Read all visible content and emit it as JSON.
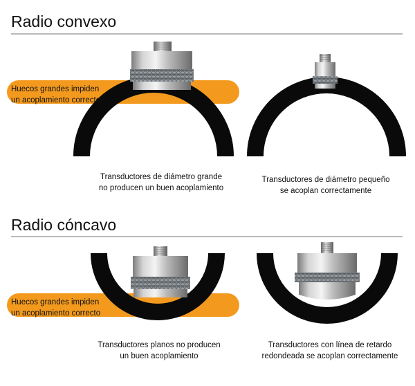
{
  "convex": {
    "title": "Radio convexo",
    "gap_label_line1": "Huecos grandes impiden",
    "gap_label_line2": "un acoplamiento correcto",
    "left_caption_line1": "Transductores de diámetro grande",
    "left_caption_line2": "no producen un buen acoplamiento",
    "right_caption_line1": "Transductores de diámetro pequeño",
    "right_caption_line2": "se acoplan correctamente"
  },
  "concave": {
    "title": "Radio cóncavo",
    "gap_label_line1": "Huecos grandes impiden",
    "gap_label_line2": "un acoplamiento correcto",
    "left_caption_line1": "Transductores planos no producen",
    "left_caption_line2": "un buen acoplamiento",
    "right_caption_line1": "Transductores con línea de retardo",
    "right_caption_line2": "redondeada se acoplan correctamente"
  },
  "colors": {
    "orange": "#f39a1e",
    "ring": "#0a0a0a",
    "rule": "#b9b9b9"
  }
}
